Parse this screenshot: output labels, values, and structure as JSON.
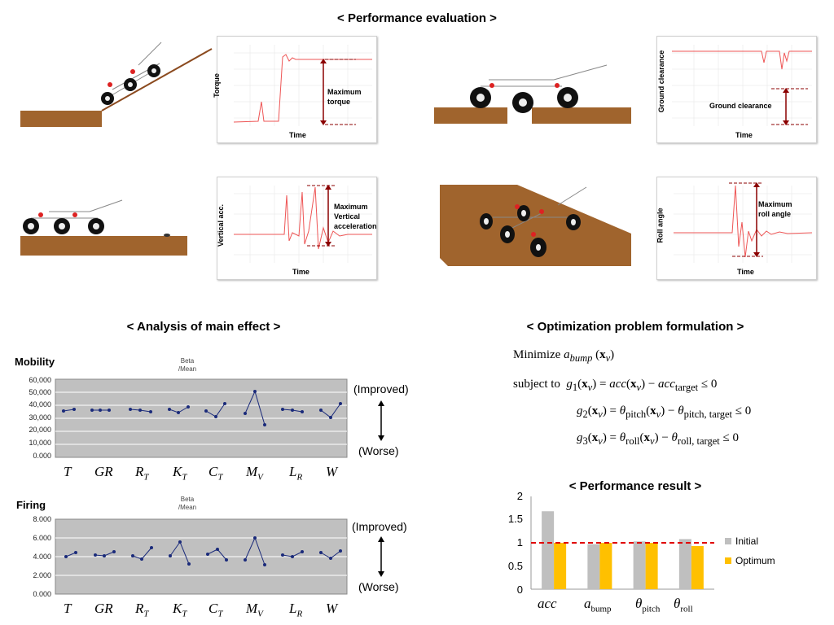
{
  "titles": {
    "performance": "< Performance evaluation >",
    "main_effect": "< Analysis of main effect >",
    "optimization": "< Optimization problem formulation >",
    "result": "< Performance result >"
  },
  "plots": {
    "torque": {
      "ylabel": "Torque",
      "xlabel": "Time",
      "annotation": "Maximum  torque"
    },
    "clearance": {
      "ylabel": "Ground clearance",
      "xlabel": "Time",
      "annotation": "Ground clearance"
    },
    "vertical": {
      "ylabel": "Vertical acc.",
      "xlabel": "Time",
      "annotation_line1": "Maximum",
      "annotation_line2": "Vertical acceleration"
    },
    "roll": {
      "ylabel": "Roll angle",
      "xlabel": "Time",
      "annotation_line1": "Maximum",
      "annotation_line2": "roll angle"
    }
  },
  "main_effect": {
    "mobility": {
      "label": "Mobility",
      "beta_line1": "Beta",
      "beta_line2": "/Mean",
      "yticks": [
        "60,000",
        "50,000",
        "40,000",
        "30,000",
        "20,000",
        "10,000",
        "0.000"
      ]
    },
    "firing": {
      "label": "Firing",
      "beta_line1": "Beta",
      "beta_line2": "/Mean",
      "yticks": [
        "8.000",
        "6.000",
        "4.000",
        "2.000",
        "0.000"
      ]
    },
    "improved": "(Improved)",
    "worse": "(Worse)",
    "factors": [
      {
        "main": "T",
        "sub": ""
      },
      {
        "main": "GR",
        "sub": ""
      },
      {
        "main": "R",
        "sub": "T"
      },
      {
        "main": "K",
        "sub": "T"
      },
      {
        "main": "C",
        "sub": "T"
      },
      {
        "main": "M",
        "sub": "V"
      },
      {
        "main": "L",
        "sub": "R"
      },
      {
        "main": "W",
        "sub": ""
      }
    ]
  },
  "formulation": {
    "minimize": "Minimize",
    "subject_to": "subject to",
    "f_var": "a",
    "f_sub": "bump",
    "x": "x",
    "x_sub": "v",
    "g1_lhs_sub": "1",
    "g1_rhs": "acc",
    "g1_target": "acc",
    "g1_target_sub": "target",
    "g2_lhs_sub": "2",
    "g2_rhs": "θ",
    "g2_rhs_sub": "pitch",
    "g2_target_sub": "pitch, target",
    "g3_lhs_sub": "3",
    "g3_rhs_sub": "roll",
    "g3_target_sub": "roll, target",
    "g": "g",
    "leq": "≤ 0"
  },
  "chart_data": {
    "type": "bar",
    "title": "< Performance result >",
    "categories": [
      "acc",
      "a_bump",
      "θ_pitch",
      "θ_roll"
    ],
    "category_labels": [
      {
        "main": "acc",
        "sub": ""
      },
      {
        "main": "a",
        "sub": "bump"
      },
      {
        "main": "θ",
        "sub": "pitch"
      },
      {
        "main": "θ",
        "sub": "roll"
      }
    ],
    "series": [
      {
        "name": "Initial",
        "color": "#bfbfbf",
        "values": [
          1.68,
          0.97,
          1.03,
          1.08
        ]
      },
      {
        "name": "Optimum",
        "color": "#ffc000",
        "values": [
          1.0,
          1.0,
          1.0,
          0.93
        ]
      }
    ],
    "yticks": [
      "2",
      "1.5",
      "1",
      "0.5",
      "0"
    ],
    "ylim": [
      0,
      2
    ],
    "reference_line": 1.0,
    "reference_color": "#e00000",
    "legend_position": "right"
  }
}
